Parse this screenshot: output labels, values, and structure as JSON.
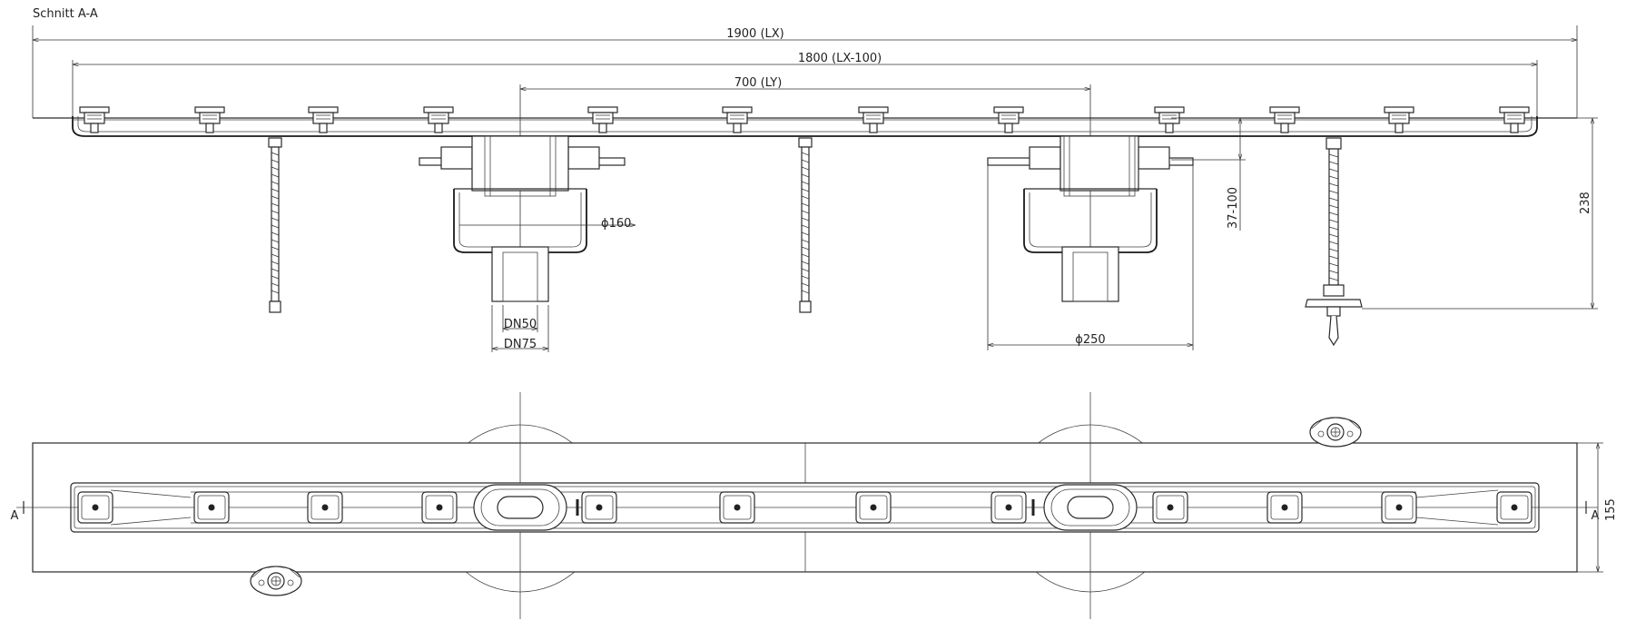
{
  "title": "Schnitt A-A",
  "dimensions": {
    "overall_length": "1900 (LX)",
    "inner_length": "1800 (LX-100)",
    "drain_spacing": "700 (LY)",
    "outlet_diameter": "ϕ160",
    "pipe_dn50": "DN50",
    "pipe_dn75": "DN75",
    "flange_diameter": "ϕ250",
    "adjust_height": "37-100",
    "total_height": "238",
    "width": "155"
  },
  "section_marker": "A"
}
